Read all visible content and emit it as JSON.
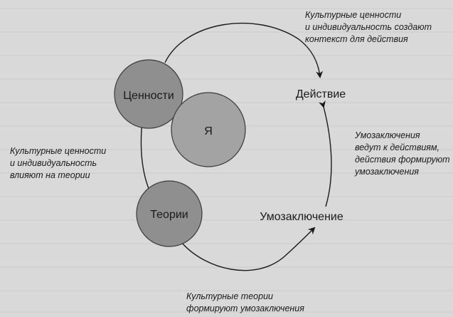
{
  "diagram": {
    "nodes": {
      "values": "Ценности",
      "self": "Я",
      "action": "Действие",
      "theories": "Теории",
      "inference": "Умозаключение"
    },
    "annotations": {
      "top_right": [
        "Культурные ценности",
        "и индивидуальность создают",
        "контекст для действия"
      ],
      "left": [
        "Культурные ценности",
        "и индивидуальность",
        "влияют на теории"
      ],
      "right": [
        "Умозаключения",
        "ведут к действиям,",
        "действия формируют",
        "умозаключения"
      ],
      "bottom": [
        "Культурные теории",
        "формируют умозаключения"
      ]
    },
    "colors": {
      "background": "#d9d9d9",
      "circle_fill": "#8f8f8f",
      "circle_stroke": "#3a3a3a",
      "line": "#1a1a1a"
    }
  }
}
